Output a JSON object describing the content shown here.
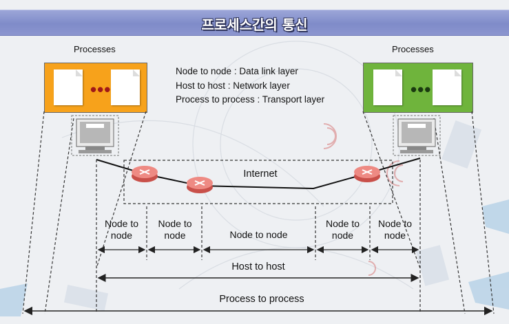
{
  "title": "프로세스간의 통신",
  "left_group": {
    "label": "Processes",
    "box_color": "#f7a21b"
  },
  "right_group": {
    "label": "Processes",
    "box_color": "#6fb43c"
  },
  "ellipsis": "•••",
  "legend": [
    "Node to node : Data link layer",
    "Host to host : Network layer",
    "Process to process : Transport layer"
  ],
  "internet_label": "Internet",
  "segments": [
    {
      "line1": "Node to",
      "line2": "node"
    },
    {
      "line1": "Node to",
      "line2": "node"
    },
    {
      "line1": "Node to node",
      "line2": ""
    },
    {
      "line1": "Node to",
      "line2": "node"
    },
    {
      "line1": "Node to",
      "line2": "node"
    }
  ],
  "host_to_host": "Host to host",
  "process_to_process": "Process to process",
  "colors": {
    "router": "#e8746e",
    "title_bar": "#8a94cf",
    "accent_pink": "#e05a78"
  }
}
